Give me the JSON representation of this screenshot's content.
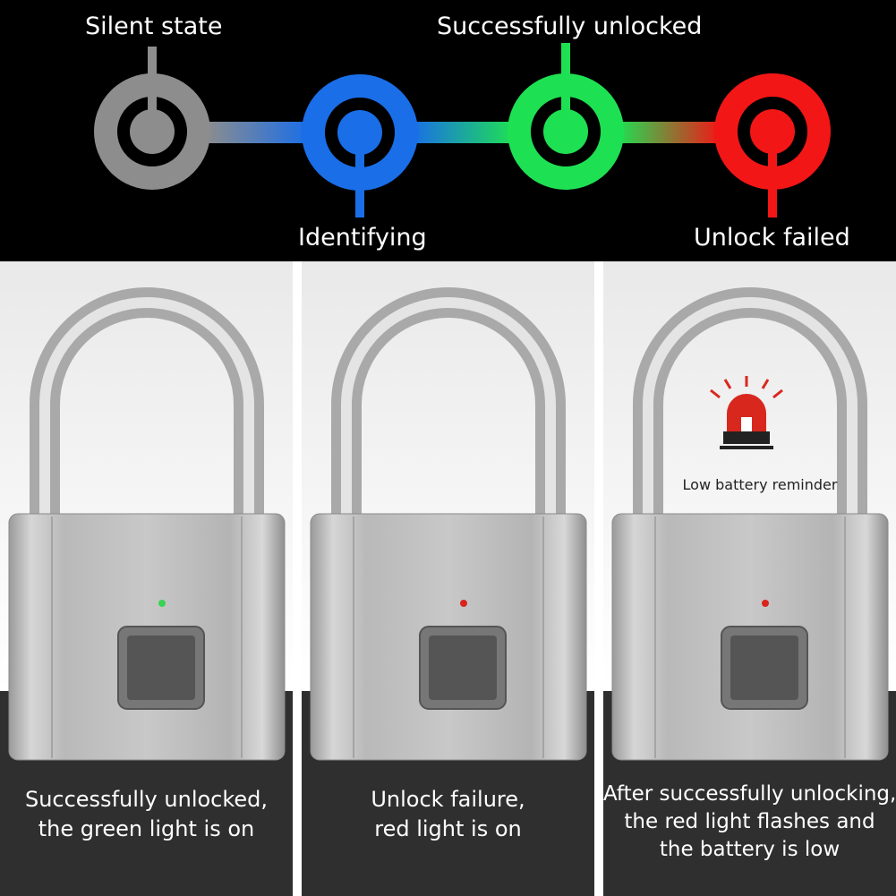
{
  "states": {
    "silent": {
      "label": "Silent state",
      "color": "#8d8d8d"
    },
    "identifying": {
      "label": "Identifying",
      "color": "#1a6ee8"
    },
    "unlocked": {
      "label": "Successfully unlocked",
      "color": "#1ee053"
    },
    "failed": {
      "label": "Unlock failed",
      "color": "#f31616"
    }
  },
  "panels": [
    {
      "caption": [
        "Successfully unlocked,",
        "the green light is on"
      ],
      "indicator_color": "#39d353"
    },
    {
      "caption": [
        "Unlock failure,",
        "red light is on"
      ],
      "indicator_color": "#d8241c"
    },
    {
      "caption": [
        "After successfully unlocking,",
        "the red light flashes and",
        "the battery is low"
      ],
      "indicator_color": "#d8241c",
      "reminder_label": "Low battery reminder",
      "reminder_color": "#d8281e"
    }
  ]
}
